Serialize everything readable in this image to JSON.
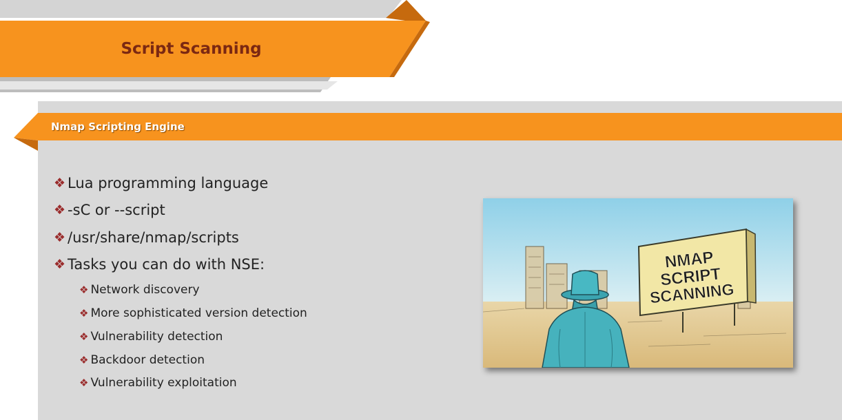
{
  "title": "Script Scanning",
  "section": {
    "title": "Nmap Scripting Engine"
  },
  "bullets": [
    {
      "text": "Lua programming language"
    },
    {
      "text": "-sC or --script"
    },
    {
      "text": "/usr/share/nmap/scripts"
    },
    {
      "text": "Tasks you can do with NSE:"
    }
  ],
  "sub_bullets": [
    {
      "text": "Network discovery"
    },
    {
      "text": "More sophisticated version detection"
    },
    {
      "text": "Vulnerability detection"
    },
    {
      "text": "Backdoor detection"
    },
    {
      "text": "Vulnerability exploitation"
    }
  ],
  "illustration": {
    "sign_lines": [
      "NMAP",
      "SCRIPT",
      "SCANNING"
    ]
  },
  "colors": {
    "orange": "#f7931e",
    "dark_orange": "#c66a0e",
    "panel_gray": "#d9d9d9",
    "title_brown": "#7b2812",
    "bullet_marker": "#9a2c2c"
  },
  "icons": {
    "bullet_marker": "diamond-bullet-icon"
  }
}
